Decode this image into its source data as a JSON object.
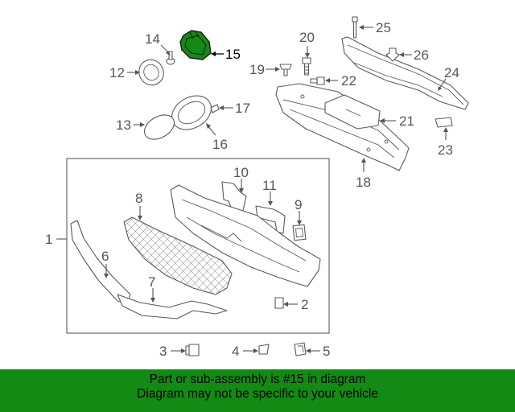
{
  "diagram": {
    "highlight_color": "#138a13",
    "highlighted_part": "15",
    "callouts": {
      "c1": "1",
      "c2": "2",
      "c3": "3",
      "c4": "4",
      "c5": "5",
      "c6": "6",
      "c7": "7",
      "c8": "8",
      "c9": "9",
      "c10": "10",
      "c11": "11",
      "c12": "12",
      "c13": "13",
      "c14": "14",
      "c15": "15",
      "c16": "16",
      "c17": "17",
      "c18": "18",
      "c19": "19",
      "c20": "20",
      "c21": "21",
      "c22": "22",
      "c23": "23",
      "c24": "24",
      "c25": "25",
      "c26": "26"
    }
  },
  "banner": {
    "background": "#138a13",
    "line1": "Part or sub-assembly is #15 in diagram",
    "line2": "Diagram may not be specific to your vehicle"
  }
}
